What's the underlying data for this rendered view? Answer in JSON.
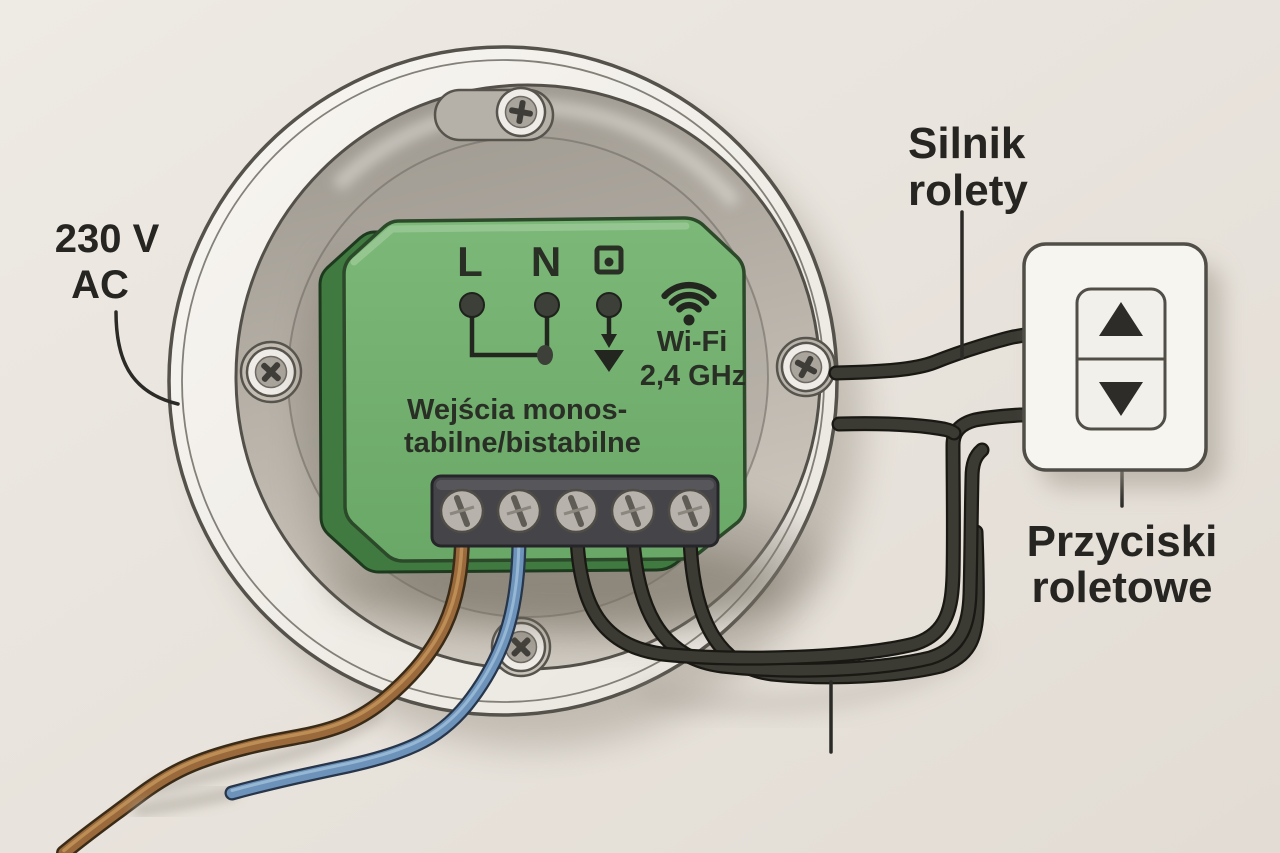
{
  "diagram": {
    "kind": "wiring-illustration",
    "subject": "Wi-Fi roller-shutter relay module in a round wall junction box wired to a shutter switch"
  },
  "labels": {
    "voltage": {
      "line1": "230 V",
      "line2": "AC"
    },
    "motor": {
      "line1": "Silnik",
      "line2": "rolety"
    },
    "buttons": {
      "line1": "Przyciski",
      "line2": "roletowe"
    }
  },
  "module": {
    "terminal_l": "L",
    "terminal_n": "N",
    "inputs_line1": "Wejścia monos-",
    "inputs_line2": "tabilne/bistabilne",
    "wifi_line1": "Wi-Fi",
    "wifi_line2": "2,4 GHz"
  },
  "icons": {
    "wifi": "wifi-icon",
    "square_terminal": "square-terminal-icon",
    "arrow_down": "arrow-down-icon",
    "switch_up": "up-arrow-icon",
    "switch_down": "down-arrow-icon",
    "screw": "screw-icon"
  },
  "colors": {
    "wall": "#e8e3dc",
    "box_ring": "#f5f3ee",
    "box_cavity_top": "#9a958c",
    "box_cavity_bottom": "#cfc9c0",
    "module_face": "#74b171",
    "module_side": "#407a41",
    "terminal_block": "#454549",
    "wire_brown": "#9a6a3c",
    "wire_blue": "#6d93ba",
    "wire_black": "#3b3a33",
    "switch_plate": "#f7f5f0",
    "text": "#262521"
  }
}
